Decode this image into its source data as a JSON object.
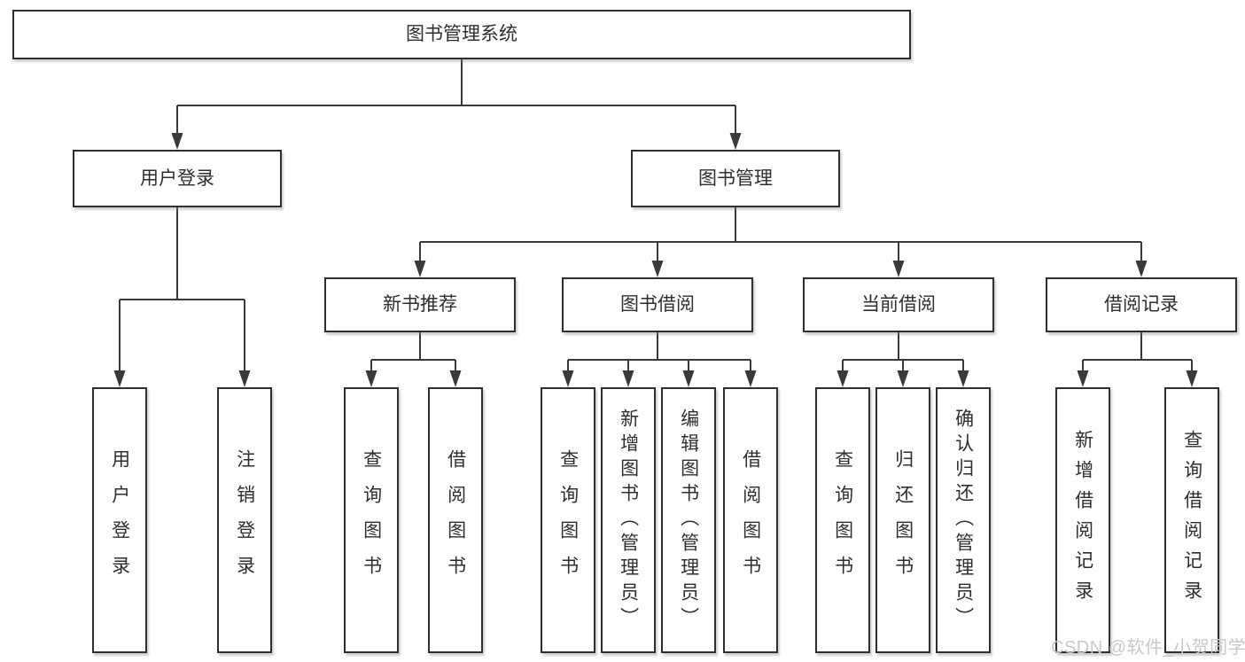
{
  "diagram": {
    "title": "图书管理系统",
    "nodes": [
      {
        "id": "root",
        "label": "图书管理系统",
        "parent": null,
        "orientation": "horizontal"
      },
      {
        "id": "user-login",
        "label": "用户登录",
        "parent": "root",
        "orientation": "horizontal"
      },
      {
        "id": "book-mgmt",
        "label": "图书管理",
        "parent": "root",
        "orientation": "horizontal"
      },
      {
        "id": "new-book-rec",
        "label": "新书推荐",
        "parent": "book-mgmt",
        "orientation": "horizontal"
      },
      {
        "id": "book-borrow",
        "label": "图书借阅",
        "parent": "book-mgmt",
        "orientation": "horizontal"
      },
      {
        "id": "current-borrow",
        "label": "当前借阅",
        "parent": "book-mgmt",
        "orientation": "horizontal"
      },
      {
        "id": "borrow-records",
        "label": "借阅记录",
        "parent": "book-mgmt",
        "orientation": "horizontal"
      },
      {
        "id": "leaf-user-login",
        "label": "用户登录",
        "parent": "user-login",
        "orientation": "vertical"
      },
      {
        "id": "leaf-logout",
        "label": "注销登录",
        "parent": "user-login",
        "orientation": "vertical"
      },
      {
        "id": "leaf-rec-query",
        "label": "查询图书",
        "parent": "new-book-rec",
        "orientation": "vertical"
      },
      {
        "id": "leaf-rec-borrow",
        "label": "借阅图书",
        "parent": "new-book-rec",
        "orientation": "vertical"
      },
      {
        "id": "leaf-bb-query",
        "label": "查询图书",
        "parent": "book-borrow",
        "orientation": "vertical"
      },
      {
        "id": "leaf-bb-add",
        "label": "新增图书（管理员）",
        "parent": "book-borrow",
        "orientation": "vertical"
      },
      {
        "id": "leaf-bb-edit",
        "label": "编辑图书（管理员）",
        "parent": "book-borrow",
        "orientation": "vertical"
      },
      {
        "id": "leaf-bb-borrow",
        "label": "借阅图书",
        "parent": "book-borrow",
        "orientation": "vertical"
      },
      {
        "id": "leaf-cb-query",
        "label": "查询图书",
        "parent": "current-borrow",
        "orientation": "vertical"
      },
      {
        "id": "leaf-cb-return",
        "label": "归还图书",
        "parent": "current-borrow",
        "orientation": "vertical"
      },
      {
        "id": "leaf-cb-confirm",
        "label": "确认归还（管理员）",
        "parent": "current-borrow",
        "orientation": "vertical"
      },
      {
        "id": "leaf-br-add",
        "label": "新增借阅记录",
        "parent": "borrow-records",
        "orientation": "vertical"
      },
      {
        "id": "leaf-br-query",
        "label": "查询借阅记录",
        "parent": "borrow-records",
        "orientation": "vertical"
      }
    ]
  },
  "watermark": "CSDN @软件_小贺同学",
  "colors": {
    "line": "#3a3a3a",
    "border": "#2e2e2e",
    "text": "#2e2e2e",
    "box_background": "#ffffff",
    "page_background": "#ffffff",
    "watermark": "#c8c8c8"
  }
}
